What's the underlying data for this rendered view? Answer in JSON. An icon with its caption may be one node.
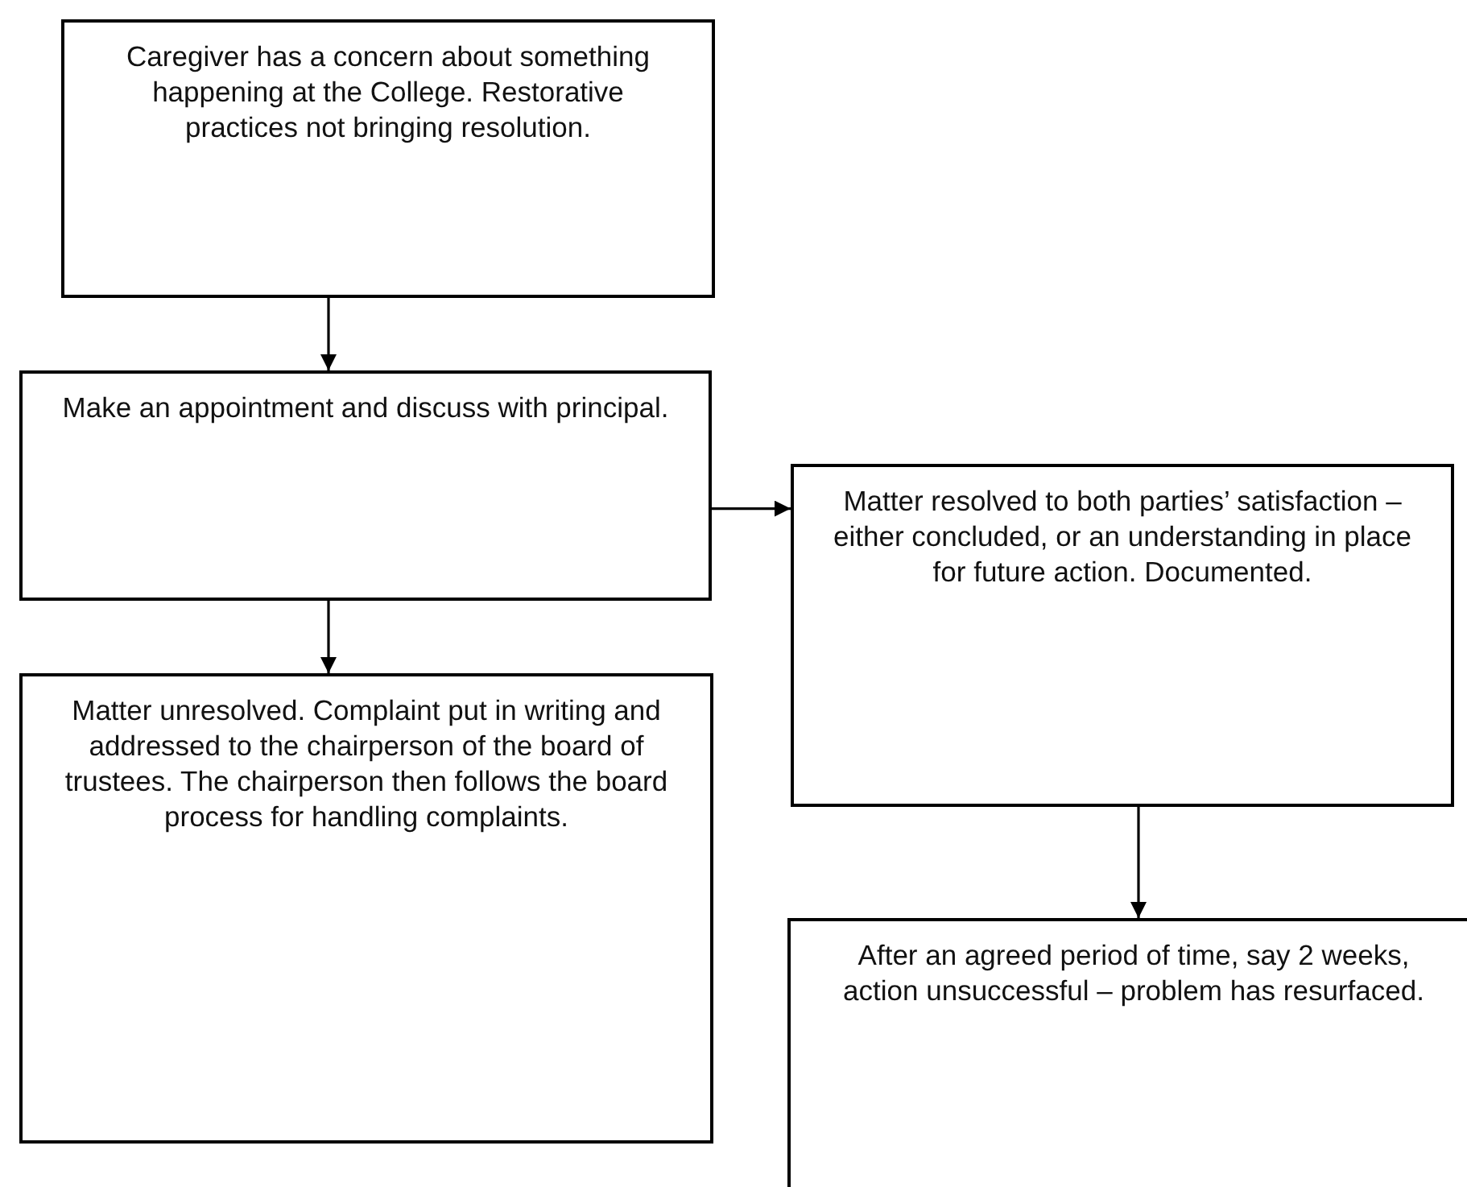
{
  "diagram": {
    "nodes": [
      {
        "text": [
          "Caregiver has a concern about something happening at the College. Restorative practices not bringing resolution."
        ]
      },
      {
        "text": [
          "Make an appointment and discuss with principal."
        ]
      },
      {
        "text": [
          "Matter unresolved. Complaint put in writing and addressed to the chairperson of the board of trustees. The chairperson then follows the board process for handling complaints."
        ]
      },
      {
        "text": [
          "Matter resolved to both parties’ satisfaction – either concluded, or an understanding in place for future action. Documented."
        ]
      },
      {
        "text": [
          "After an agreed period of time, say 2 weeks, action unsuccessful – problem has resurfaced."
        ]
      }
    ],
    "edges": [
      {
        "from": 0,
        "to": 1,
        "arrow": "to"
      },
      {
        "from": 1,
        "to": 2,
        "arrow": "to"
      },
      {
        "from": 1,
        "to": 3,
        "arrow": "to"
      },
      {
        "from": 3,
        "to": 4,
        "arrow": "to"
      }
    ]
  }
}
